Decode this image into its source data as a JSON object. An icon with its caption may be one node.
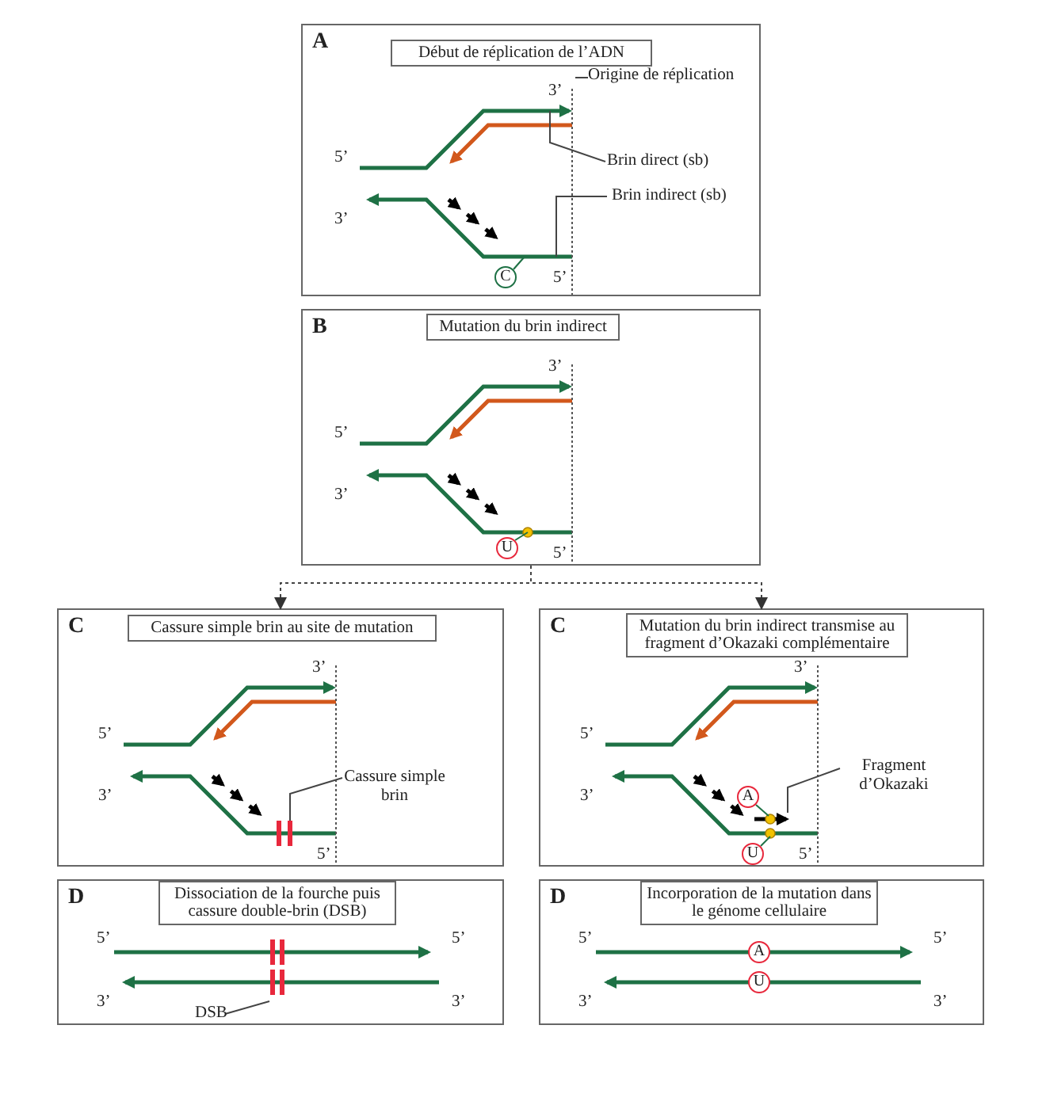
{
  "diagram": {
    "nodes": [
      {
        "text": [
          "A"
        ]
      },
      {
        "text": [
          "Début de réplication de l’ADN"
        ],
        "in": 0
      },
      {
        "text": [
          "Origine de réplication"
        ],
        "in": 0
      },
      {
        "text": [
          "Brin direct (sb)"
        ],
        "in": 0
      },
      {
        "text": [
          "Brin indirect (sb)"
        ],
        "in": 0
      },
      {
        "text": [
          "C"
        ],
        "in": 0
      },
      {
        "text": [
          "B"
        ]
      },
      {
        "text": [
          "Mutation du brin indirect"
        ],
        "in": 6
      },
      {
        "text": [
          "U"
        ],
        "in": 6
      },
      {
        "text": [
          "C"
        ]
      },
      {
        "text": [
          "Cassure simple brin au site de mutation"
        ],
        "in": 9
      },
      {
        "text": [
          "Cassure simple brin"
        ],
        "in": 9
      },
      {
        "text": [
          "C"
        ]
      },
      {
        "text": [
          "Mutation du brin indirect transmise au fragment d’Okazaki complémentaire"
        ],
        "in": 12
      },
      {
        "text": [
          "A"
        ],
        "in": 12
      },
      {
        "text": [
          "Fragment d’Okazaki"
        ],
        "in": 12
      },
      {
        "text": [
          "U"
        ],
        "in": 12
      },
      {
        "text": [
          "D"
        ]
      },
      {
        "text": [
          "Dissociation de la fourche puis cassure double-brin (DSB)"
        ],
        "in": 17
      },
      {
        "text": [
          "DSB"
        ],
        "in": 17
      },
      {
        "text": [
          "D"
        ]
      },
      {
        "text": [
          "Incorporation de la mutation dans le génome cellulaire"
        ],
        "in": 20
      },
      {
        "text": [
          "A"
        ],
        "in": 20
      },
      {
        "text": [
          "U"
        ],
        "in": 20
      }
    ],
    "edges": [
      {
        "from": 6,
        "to": 9,
        "arrow": "to",
        "style": "dashed"
      },
      {
        "from": 6,
        "to": 12,
        "arrow": "to",
        "style": "dashed"
      },
      {
        "from": 2,
        "to": null,
        "arrow": "none"
      },
      {
        "from": 3,
        "to": null,
        "arrow": "none"
      },
      {
        "from": 4,
        "to": null,
        "arrow": "none"
      },
      {
        "from": 5,
        "to": null,
        "arrow": "none",
        "color": "#1e7145"
      },
      {
        "from": 8,
        "to": null,
        "arrow": "none",
        "color": "#1e7145"
      },
      {
        "from": 11,
        "to": null,
        "arrow": "none"
      },
      {
        "from": 14,
        "to": null,
        "arrow": "none",
        "color": "#1e7145"
      },
      {
        "from": 15,
        "to": null,
        "arrow": "none"
      },
      {
        "from": 16,
        "to": null,
        "arrow": "none",
        "color": "#1e7145"
      },
      {
        "from": 19,
        "to": null,
        "arrow": "none"
      }
    ],
    "labels": [
      "3’",
      "5’",
      "3’",
      "5’",
      "3’",
      "5’",
      "3’",
      "5’",
      "3’",
      "5’",
      "3’",
      "5’",
      "3’",
      "5’",
      "3’",
      "5’",
      "5’",
      "5’",
      "3’",
      "3’",
      "5’",
      "5’",
      "3’",
      "3’"
    ]
  }
}
